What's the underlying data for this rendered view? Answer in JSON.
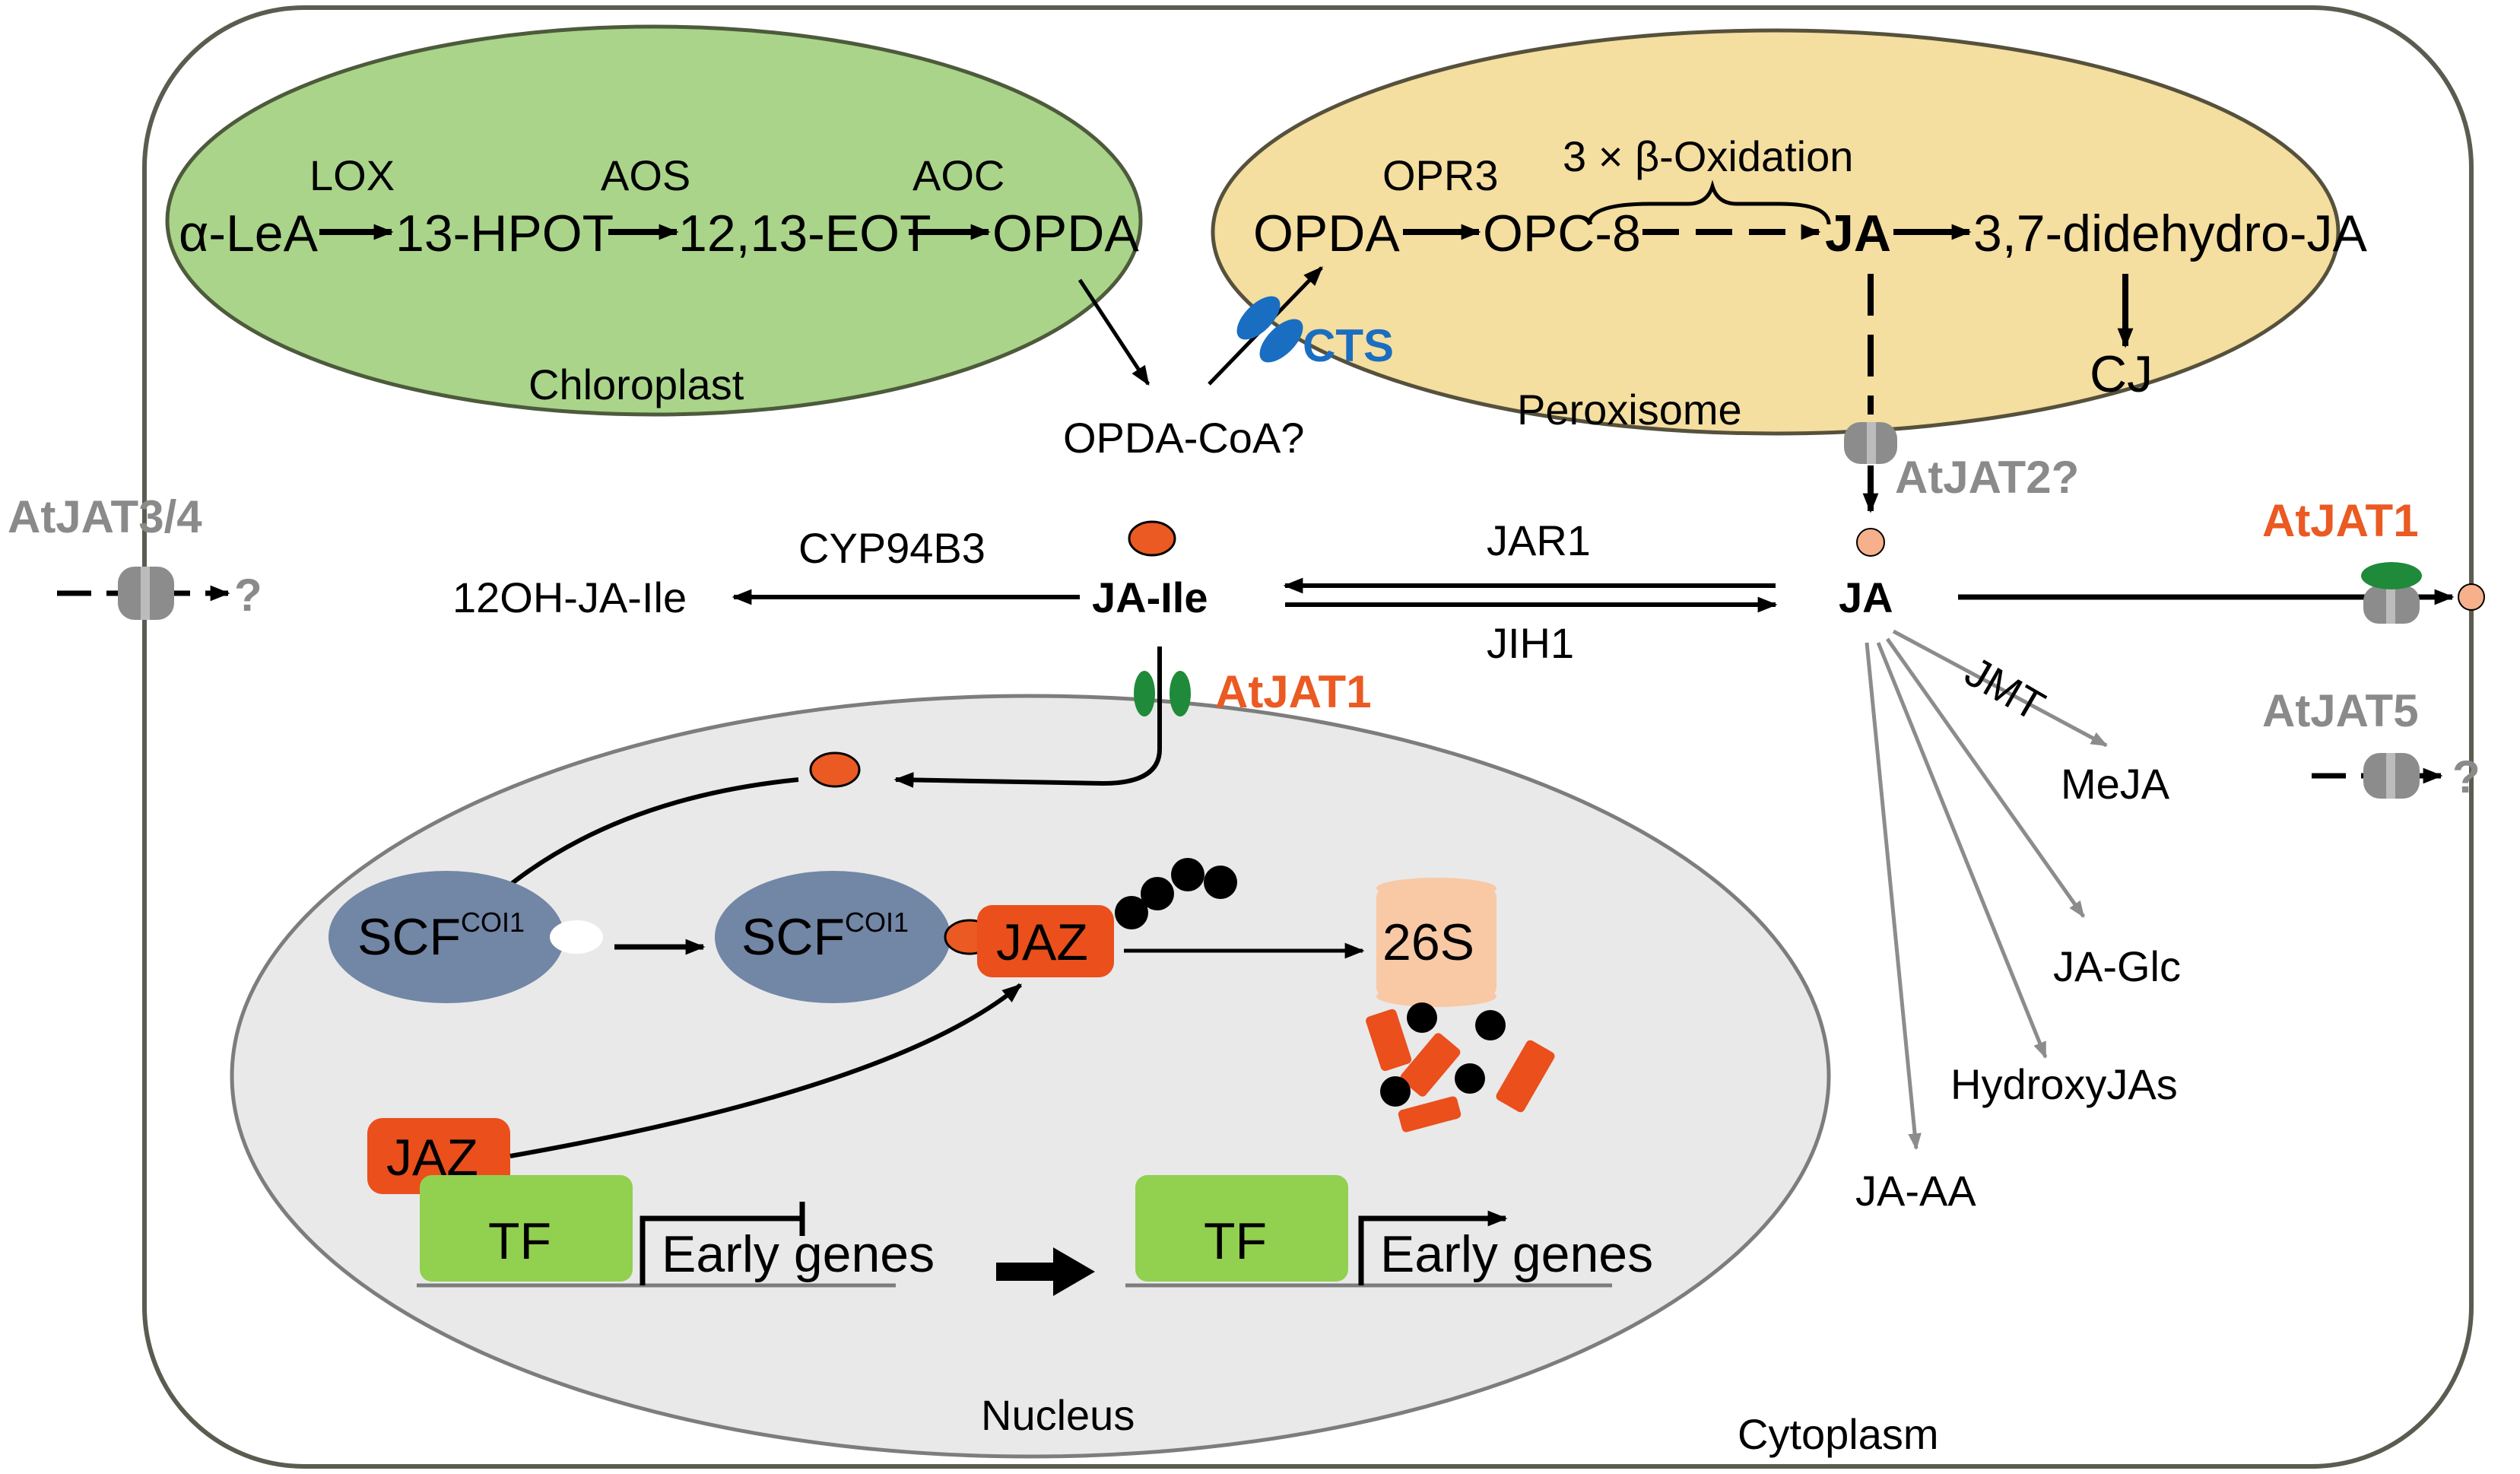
{
  "compartments": {
    "chloroplast": "Chloroplast",
    "peroxisome": "Peroxisome",
    "nucleus": "Nucleus",
    "cytoplasm": "Cytoplasm"
  },
  "chloroplast_pathway": {
    "alpha_lea": "α-LeA",
    "hpot": "13-HPOT",
    "eot": "12,13-EOT",
    "opda": "OPDA",
    "lox": "LOX",
    "aos": "AOS",
    "aoc": "AOC"
  },
  "transport": {
    "opda_coa": "OPDA-CoA?",
    "cts": "CTS"
  },
  "peroxisome_pathway": {
    "opda": "OPDA",
    "opr3": "OPR3",
    "opc8": "OPC-8",
    "beta_ox": "3 × β-Oxidation",
    "ja": "JA",
    "didehydro": "3,7-didehydro-JA",
    "cj": "CJ"
  },
  "transporters": {
    "atjat2": "AtJAT2?",
    "atjat34": "AtJAT3/4",
    "atjat1_right": "AtJAT1",
    "atjat1_nucleus": "AtJAT1",
    "atjat5": "AtJAT5",
    "q_left": "?",
    "q_right": "?"
  },
  "cytoplasm_pathway": {
    "cyp": "CYP94B3",
    "ohjaile": "12OH-JA-Ile",
    "jaile": "JA-Ile",
    "jar1": "JAR1",
    "jih1": "JIH1",
    "ja": "JA",
    "jmt": "JMT",
    "meja": "MeJA",
    "jaglc": "JA-Glc",
    "hydroxy": "HydroxyJAs",
    "jaaa": "JA-AA"
  },
  "nucleus_contents": {
    "scf": "SCF",
    "coi1": "COI1",
    "jaz": "JAZ",
    "proteasome": "26S",
    "tf": "TF",
    "early_genes": "Early genes"
  },
  "colors": {
    "chloroplast": "#a9d48a",
    "peroxisome": "#f4dea0",
    "nucleus": "#e9e9e9",
    "jaz": "#ea4f1c",
    "tf": "#92d050",
    "scf": "#7286a6",
    "atjat1": "#1f8a3a",
    "cts": "#1a6ec1",
    "proteasome": "#f8c9a4"
  }
}
